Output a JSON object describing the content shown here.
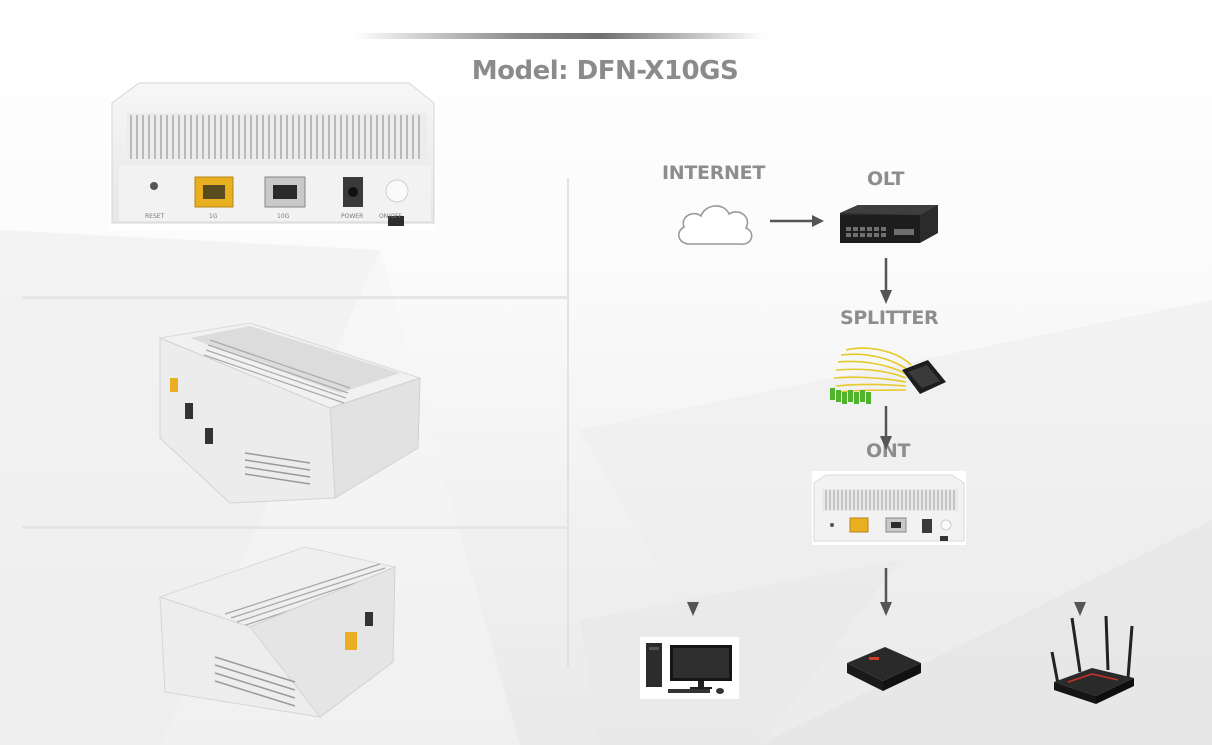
{
  "title": "Model: DFN-X10GS",
  "topology": {
    "internet": "INTERNET",
    "olt": "OLT",
    "splitter": "SPLITTER",
    "ont": "ONT"
  },
  "device_ports": {
    "reset": "RESET",
    "port_1g": "1G",
    "port_10g": "10G",
    "power": "POWER",
    "onoff": "ON/OFF"
  },
  "colors": {
    "title": "#8b8b8b",
    "labels": "#8d8d8d",
    "arrows": "#555555",
    "port_yellow": "#e8b020",
    "device_white": "#f3f3f3"
  },
  "icons": [
    "cloud-icon",
    "olt-switch-image",
    "splitter-image",
    "ont-image",
    "desktop-computer-image",
    "tv-box-image",
    "wifi-router-image"
  ]
}
